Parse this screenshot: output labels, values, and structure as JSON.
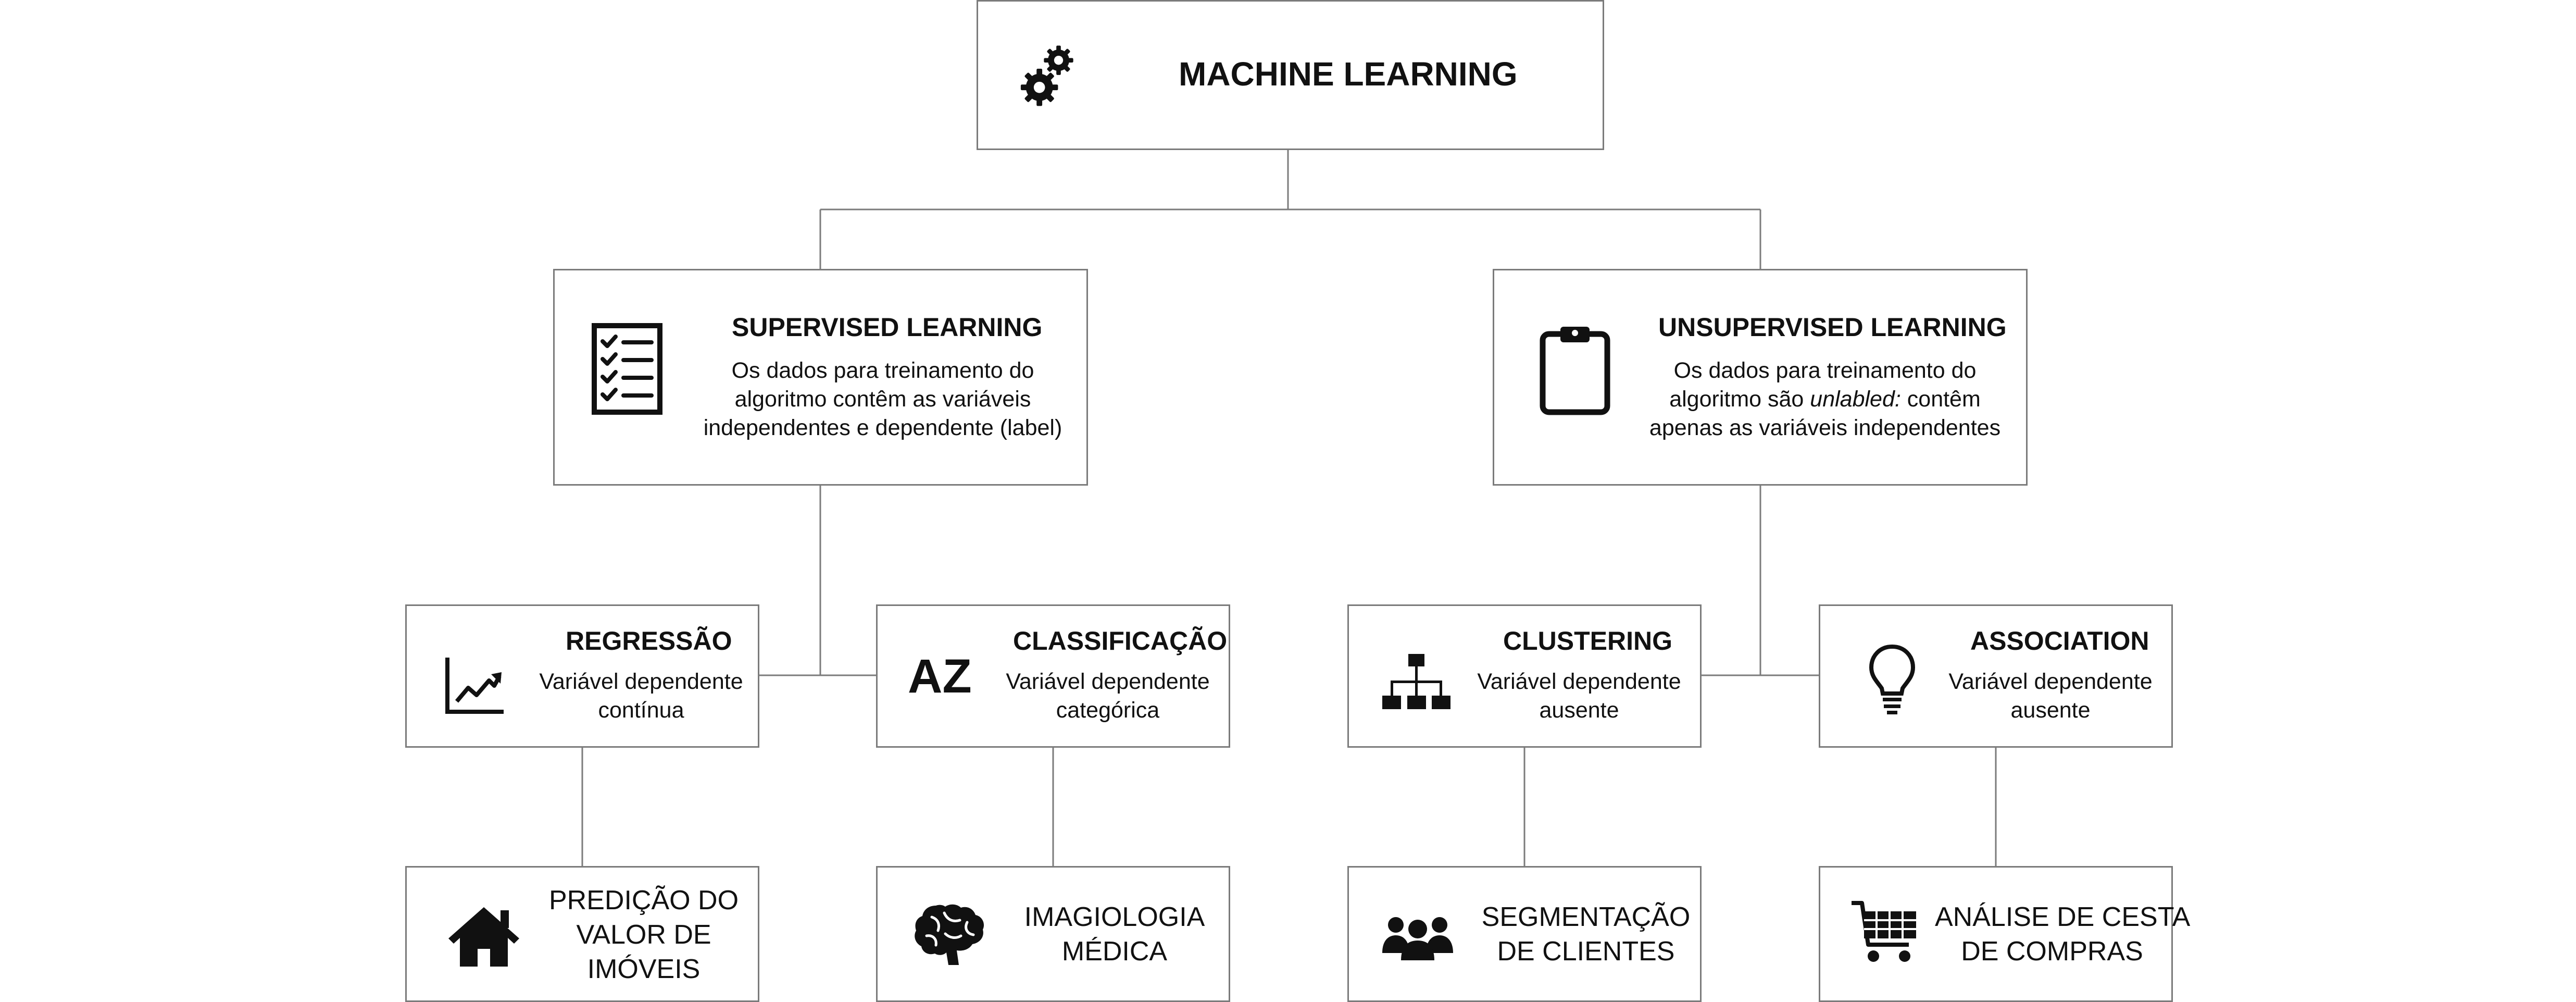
{
  "root": {
    "title": "MACHINE LEARNING",
    "icon": "gears-icon"
  },
  "supervised": {
    "title": "SUPERVISED LEARNING",
    "icon": "checklist-icon",
    "desc_lines": [
      "Os dados para treinamento do",
      "algoritmo contêm as variáveis",
      "independentes e dependente (label)"
    ]
  },
  "unsupervised": {
    "title": "UNSUPERVISED LEARNING",
    "icon": "clipboard-icon",
    "desc_line1": "Os dados para treinamento do",
    "desc_line2_prefix": "algoritmo são ",
    "desc_line2_italic": "unlabled:",
    "desc_line2_suffix": " contêm",
    "desc_line3": "apenas as variáveis independentes"
  },
  "regression": {
    "title": "REGRESSÃO",
    "icon": "trend-chart-icon",
    "desc_lines": [
      "Variável dependente",
      "contínua"
    ]
  },
  "classification": {
    "title": "CLASSIFICAÇÃO",
    "icon_text": "AZ",
    "desc_lines": [
      "Variável dependente",
      "categórica"
    ]
  },
  "clustering": {
    "title": "CLUSTERING",
    "icon": "hierarchy-icon",
    "desc_lines": [
      "Variável dependente",
      "ausente"
    ]
  },
  "association": {
    "title": "ASSOCIATION",
    "icon": "lightbulb-icon",
    "desc_lines": [
      "Variável dependente",
      "ausente"
    ]
  },
  "apps": [
    {
      "lines": [
        "PREDIÇÃO DO",
        "VALOR DE",
        "IMÓVEIS"
      ],
      "icon": "house-icon"
    },
    {
      "lines": [
        "IMAGIOLOGIA",
        "MÉDICA"
      ],
      "icon": "brain-icon"
    },
    {
      "lines": [
        "SEGMENTAÇÃO",
        "DE CLIENTES"
      ],
      "icon": "people-icon"
    },
    {
      "lines": [
        "ANÁLISE DE CESTA",
        "DE COMPRAS"
      ],
      "icon": "shopping-cart-icon"
    }
  ]
}
